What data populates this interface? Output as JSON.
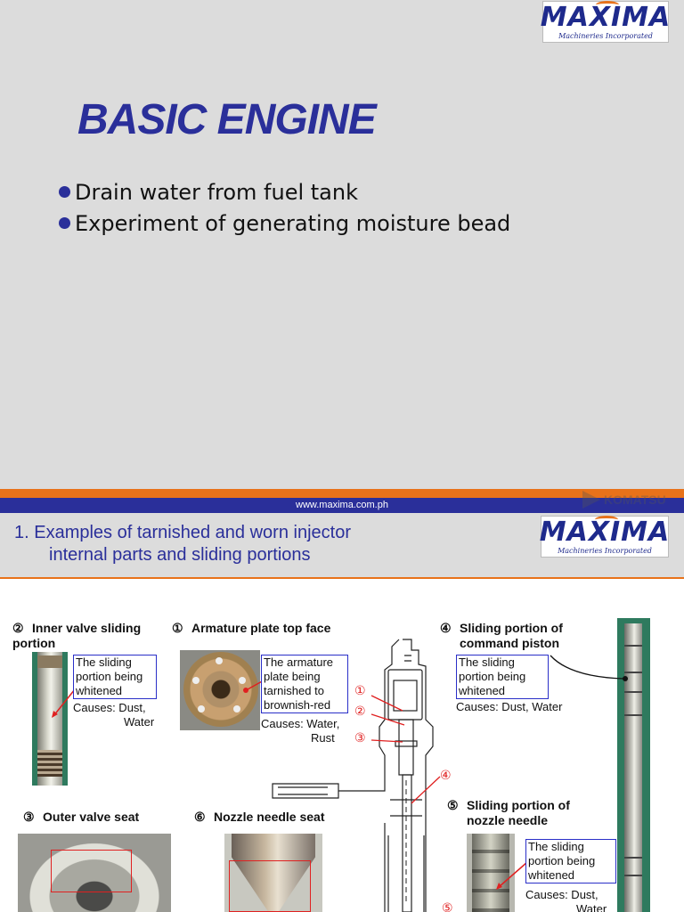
{
  "slide1": {
    "logo": {
      "brand": "MAXIMA",
      "tagline": "Machineries Incorporated"
    },
    "title": "BASIC ENGINE",
    "bullets": [
      "Drain water from fuel tank",
      "Experiment of generating moisture bead"
    ],
    "footer_url": "www.maxima.com.ph",
    "watermark": "KOMATSU"
  },
  "slide2": {
    "logo": {
      "brand": "MAXIMA",
      "tagline": "Machineries Incorporated"
    },
    "title_line1": "1. Examples of tarnished and worn injector",
    "title_line2": "internal parts and sliding portions",
    "parts": {
      "inner_valve": {
        "num": "②",
        "label_1": "Inner valve sliding",
        "label_2": "portion",
        "note_1": "The sliding",
        "note_2": "portion being",
        "note_3": "whitened",
        "cause_1": "Causes: Dust,",
        "cause_2": "Water"
      },
      "armature": {
        "num": "①",
        "label": "Armature plate top face",
        "note_1": "The armature",
        "note_2": "plate being",
        "note_3": "tarnished to",
        "note_4": "brownish-red",
        "cause_1": "Causes: Water,",
        "cause_2": "Rust"
      },
      "command_piston": {
        "num": "④",
        "label_1": "Sliding portion of",
        "label_2": "command piston",
        "note_1": "The sliding",
        "note_2": "portion being",
        "note_3": "whitened",
        "cause_1": "Causes: Dust, Water"
      },
      "outer_valve": {
        "num": "③",
        "label": "Outer valve seat"
      },
      "nozzle_seat": {
        "num": "⑥",
        "label": "Nozzle needle seat"
      },
      "nozzle_needle": {
        "num": "⑤",
        "label_1": "Sliding portion of",
        "label_2": "nozzle needle",
        "note_1": "The sliding",
        "note_2": "portion being",
        "note_3": "whitened",
        "cause_1": "Causes: Dust,",
        "cause_2": "Water"
      }
    },
    "diagram_markers": [
      "①",
      "②",
      "③",
      "④",
      "⑤"
    ]
  },
  "colors": {
    "navy": "#2a2f9a",
    "orange": "#e8721a",
    "red": "#e02020",
    "slide_bg": "#dcdcdc"
  }
}
